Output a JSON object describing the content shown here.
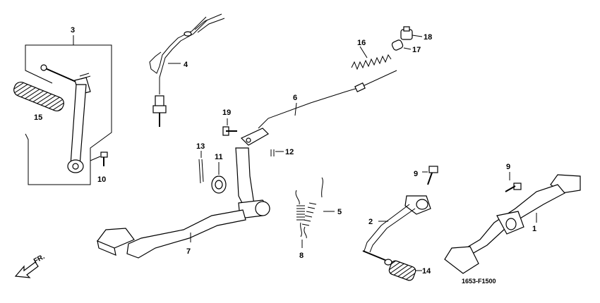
{
  "diagram": {
    "drawing_code": "1653-F1500",
    "direction_label": "FR.",
    "callouts": {
      "c1": "1",
      "c2": "2",
      "c3": "3",
      "c4": "4",
      "c5": "5",
      "c6": "6",
      "c7": "7",
      "c8": "8",
      "c9a": "9",
      "c9b": "9",
      "c10": "10",
      "c11": "11",
      "c12": "12",
      "c13": "13",
      "c14": "14",
      "c15": "15",
      "c16": "16",
      "c17": "17",
      "c18": "18",
      "c19": "19"
    }
  }
}
